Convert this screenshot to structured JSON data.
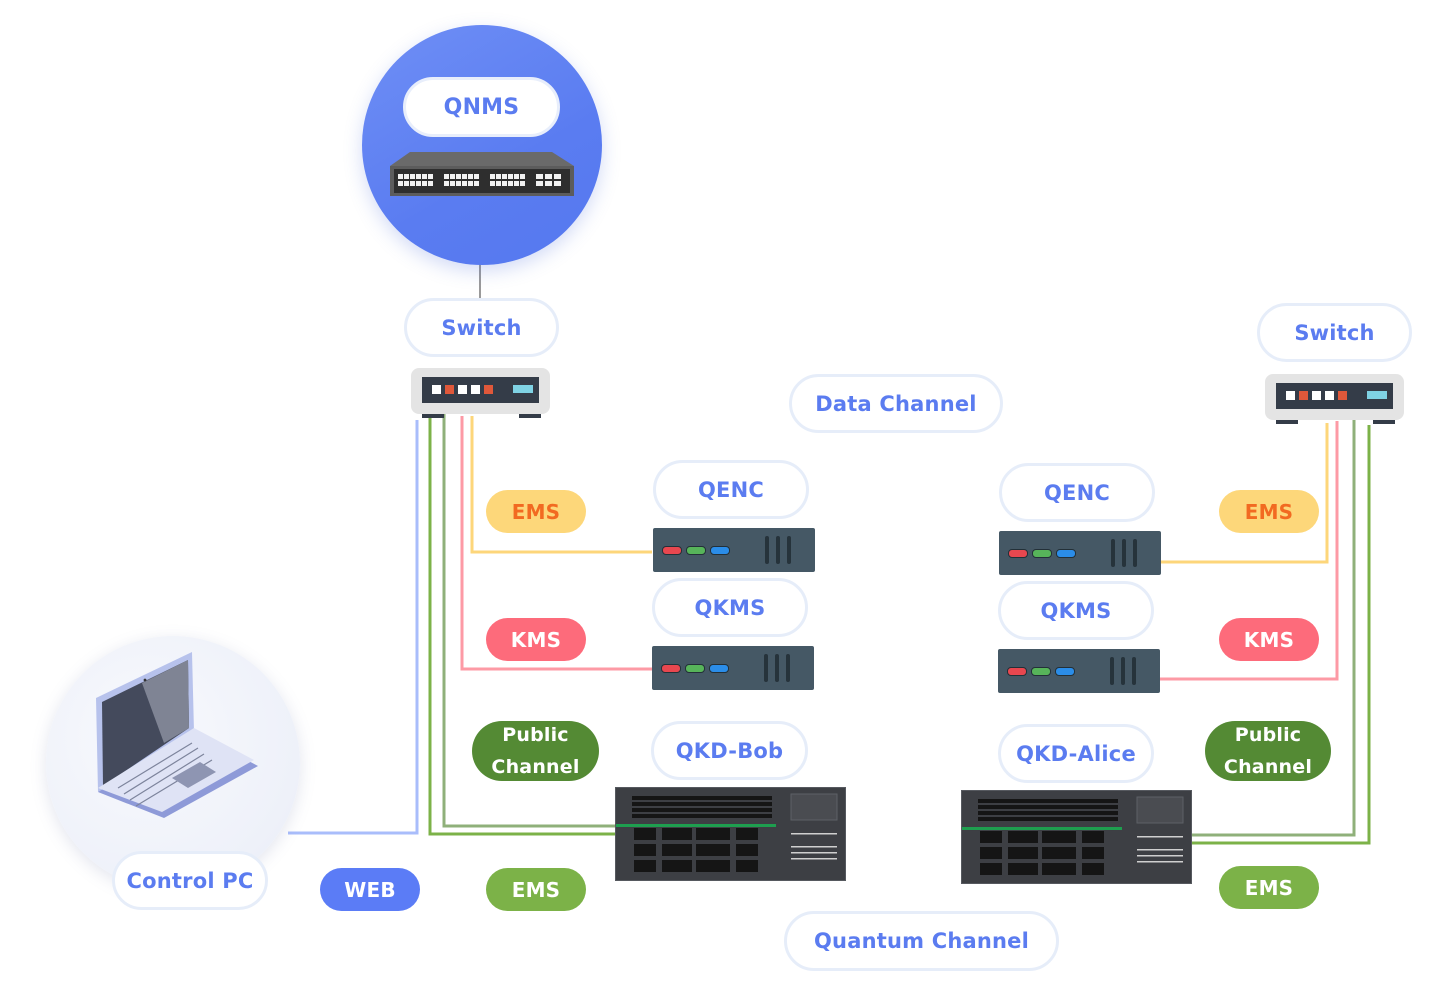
{
  "diagram": {
    "title": "QKD Network Topology",
    "nodes": {
      "qnms": {
        "label": "QNMS",
        "icon": "network-switch-icon"
      },
      "switch_left": {
        "label": "Switch",
        "icon": "switch-icon"
      },
      "switch_right": {
        "label": "Switch",
        "icon": "switch-icon"
      },
      "control_pc": {
        "label": "Control PC",
        "icon": "laptop-icon"
      },
      "qenc_bob": {
        "label": "QENC",
        "icon": "server-icon"
      },
      "qkms_bob": {
        "label": "QKMS",
        "icon": "server-icon"
      },
      "qkd_bob": {
        "label": "QKD-Bob",
        "icon": "qkd-device-icon"
      },
      "qenc_alice": {
        "label": "QENC",
        "icon": "server-icon"
      },
      "qkms_alice": {
        "label": "QKMS",
        "icon": "server-icon"
      },
      "qkd_alice": {
        "label": "QKD-Alice",
        "icon": "qkd-device-icon"
      }
    },
    "channel_labels": {
      "data_channel": "Data Channel",
      "quantum_channel": "Quantum Channel"
    },
    "link_tags": {
      "left": {
        "ems_yellow": "EMS",
        "kms": "KMS",
        "public_channel_line1": "Public",
        "public_channel_line2": "Channel",
        "web": "WEB",
        "ems_green": "EMS"
      },
      "right": {
        "ems_yellow": "EMS",
        "kms": "KMS",
        "public_channel_line1": "Public",
        "public_channel_line2": "Channel",
        "ems_green": "EMS"
      }
    },
    "colors": {
      "label_text": "#5b7cf0",
      "qnms_circle": "#5a7cf1",
      "ems_yellow_bg": "#fdd77a",
      "ems_yellow_text": "#f26a21",
      "kms_bg": "#fd6b7b",
      "public_channel_bg": "#548a34",
      "ems_green_bg": "#7cb248",
      "web_bg": "#5b7cf6",
      "wire_web": "#a9bdfb",
      "wire_ems_yellow": "#fdd67a",
      "wire_kms": "#fd9aa5",
      "wire_public": "#8fb07a",
      "wire_ems_green": "#7cb248",
      "quantum_link": "#1e9e4f"
    }
  }
}
